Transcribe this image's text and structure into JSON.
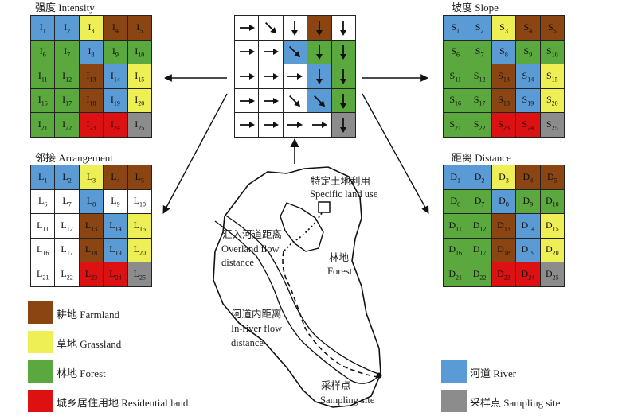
{
  "colors": {
    "river": "#5b9bd5",
    "forest": "#5ba83e",
    "farmland": "#8b4513",
    "grassland": "#eeee55",
    "residential": "#dd1111",
    "sampling": "#8c8c8c",
    "white": "#ffffff"
  },
  "intensity": {
    "title": "强度 Intensity",
    "prefix": "I",
    "colors": [
      "river",
      "river",
      "grassland",
      "farmland",
      "farmland",
      "forest",
      "forest",
      "river",
      "forest",
      "forest",
      "forest",
      "forest",
      "farmland",
      "river",
      "grassland",
      "forest",
      "forest",
      "farmland",
      "river",
      "grassland",
      "forest",
      "forest",
      "residential",
      "residential",
      "sampling"
    ]
  },
  "slope": {
    "title": "坡度 Slope",
    "prefix": "S",
    "colors": [
      "river",
      "river",
      "grassland",
      "farmland",
      "farmland",
      "forest",
      "forest",
      "river",
      "forest",
      "forest",
      "forest",
      "forest",
      "farmland",
      "river",
      "grassland",
      "forest",
      "forest",
      "farmland",
      "river",
      "grassland",
      "forest",
      "forest",
      "residential",
      "residential",
      "sampling"
    ]
  },
  "arrangement": {
    "title": "邻接 Arrangement",
    "prefix": "L",
    "colors": [
      "river",
      "river",
      "grassland",
      "farmland",
      "farmland",
      "white",
      "white",
      "river",
      "white",
      "white",
      "white",
      "white",
      "farmland",
      "river",
      "grassland",
      "white",
      "white",
      "farmland",
      "river",
      "grassland",
      "white",
      "white",
      "residential",
      "residential",
      "sampling"
    ]
  },
  "distance": {
    "title": "距离 Distance",
    "prefix": "D",
    "colors": [
      "river",
      "river",
      "grassland",
      "farmland",
      "farmland",
      "forest",
      "forest",
      "river",
      "forest",
      "forest",
      "forest",
      "forest",
      "farmland",
      "river",
      "grassland",
      "forest",
      "forest",
      "farmland",
      "river",
      "grassland",
      "forest",
      "forest",
      "residential",
      "residential",
      "sampling"
    ]
  },
  "flow": {
    "colors": [
      "white",
      "white",
      "white",
      "farmland",
      "white",
      "white",
      "white",
      "river",
      "forest",
      "forest",
      "white",
      "white",
      "white",
      "river",
      "forest",
      "white",
      "white",
      "white",
      "river",
      "forest",
      "white",
      "white",
      "white",
      "white",
      "sampling"
    ],
    "arrows": [
      "E",
      "SE",
      "S",
      "S",
      "S",
      "E",
      "E",
      "SE",
      "S",
      "S",
      "E",
      "E",
      "E",
      "S",
      "S",
      "E",
      "E",
      "SE",
      "SE",
      "S",
      "E",
      "E",
      "E",
      "E",
      "S"
    ]
  },
  "legend_left": [
    {
      "label": "耕地 Farmland",
      "color": "farmland"
    },
    {
      "label": "草地 Grassland",
      "color": "grassland"
    },
    {
      "label": "林地 Forest",
      "color": "forest"
    },
    {
      "label": "城乡居住用地 Residential land",
      "color": "residential"
    }
  ],
  "legend_right": [
    {
      "label": "河道 River",
      "color": "river"
    },
    {
      "label": "采样点 Sampling site",
      "color": "sampling"
    }
  ],
  "map_labels": {
    "specific_cn": "特定土地利用",
    "specific_en": "Specific land use",
    "overland_cn": "汇入河道距离",
    "overland_en1": "Overland flow",
    "overland_en2": "distance",
    "forest_cn": "林地",
    "forest_en": "Forest",
    "inriver_cn": "河道内距离",
    "inriver_en1": "In-river flow",
    "inriver_en2": "distance",
    "sampling_cn": "采样点",
    "sampling_en": "Sampling site"
  }
}
